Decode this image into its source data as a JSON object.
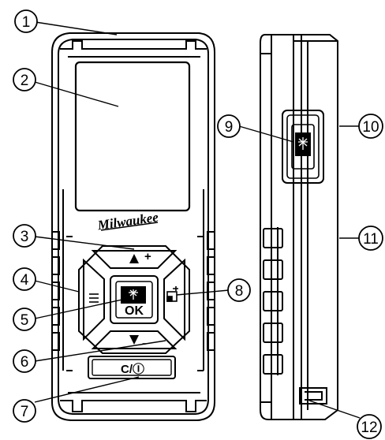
{
  "brand": "Milwaukee",
  "keys": {
    "ok_label": "OK",
    "plus_sign": "+",
    "minus_sign": "-",
    "clear_power_label": "C/Ⓘ",
    "menu_icon": "menu-icon",
    "laser_icon": "laser-icon",
    "reference_icon": "reference-point-icon"
  },
  "callouts": [
    {
      "number": "1"
    },
    {
      "number": "2"
    },
    {
      "number": "3"
    },
    {
      "number": "4"
    },
    {
      "number": "5"
    },
    {
      "number": "6"
    },
    {
      "number": "7"
    },
    {
      "number": "8"
    },
    {
      "number": "9"
    },
    {
      "number": "10"
    },
    {
      "number": "11"
    },
    {
      "number": "12"
    }
  ]
}
